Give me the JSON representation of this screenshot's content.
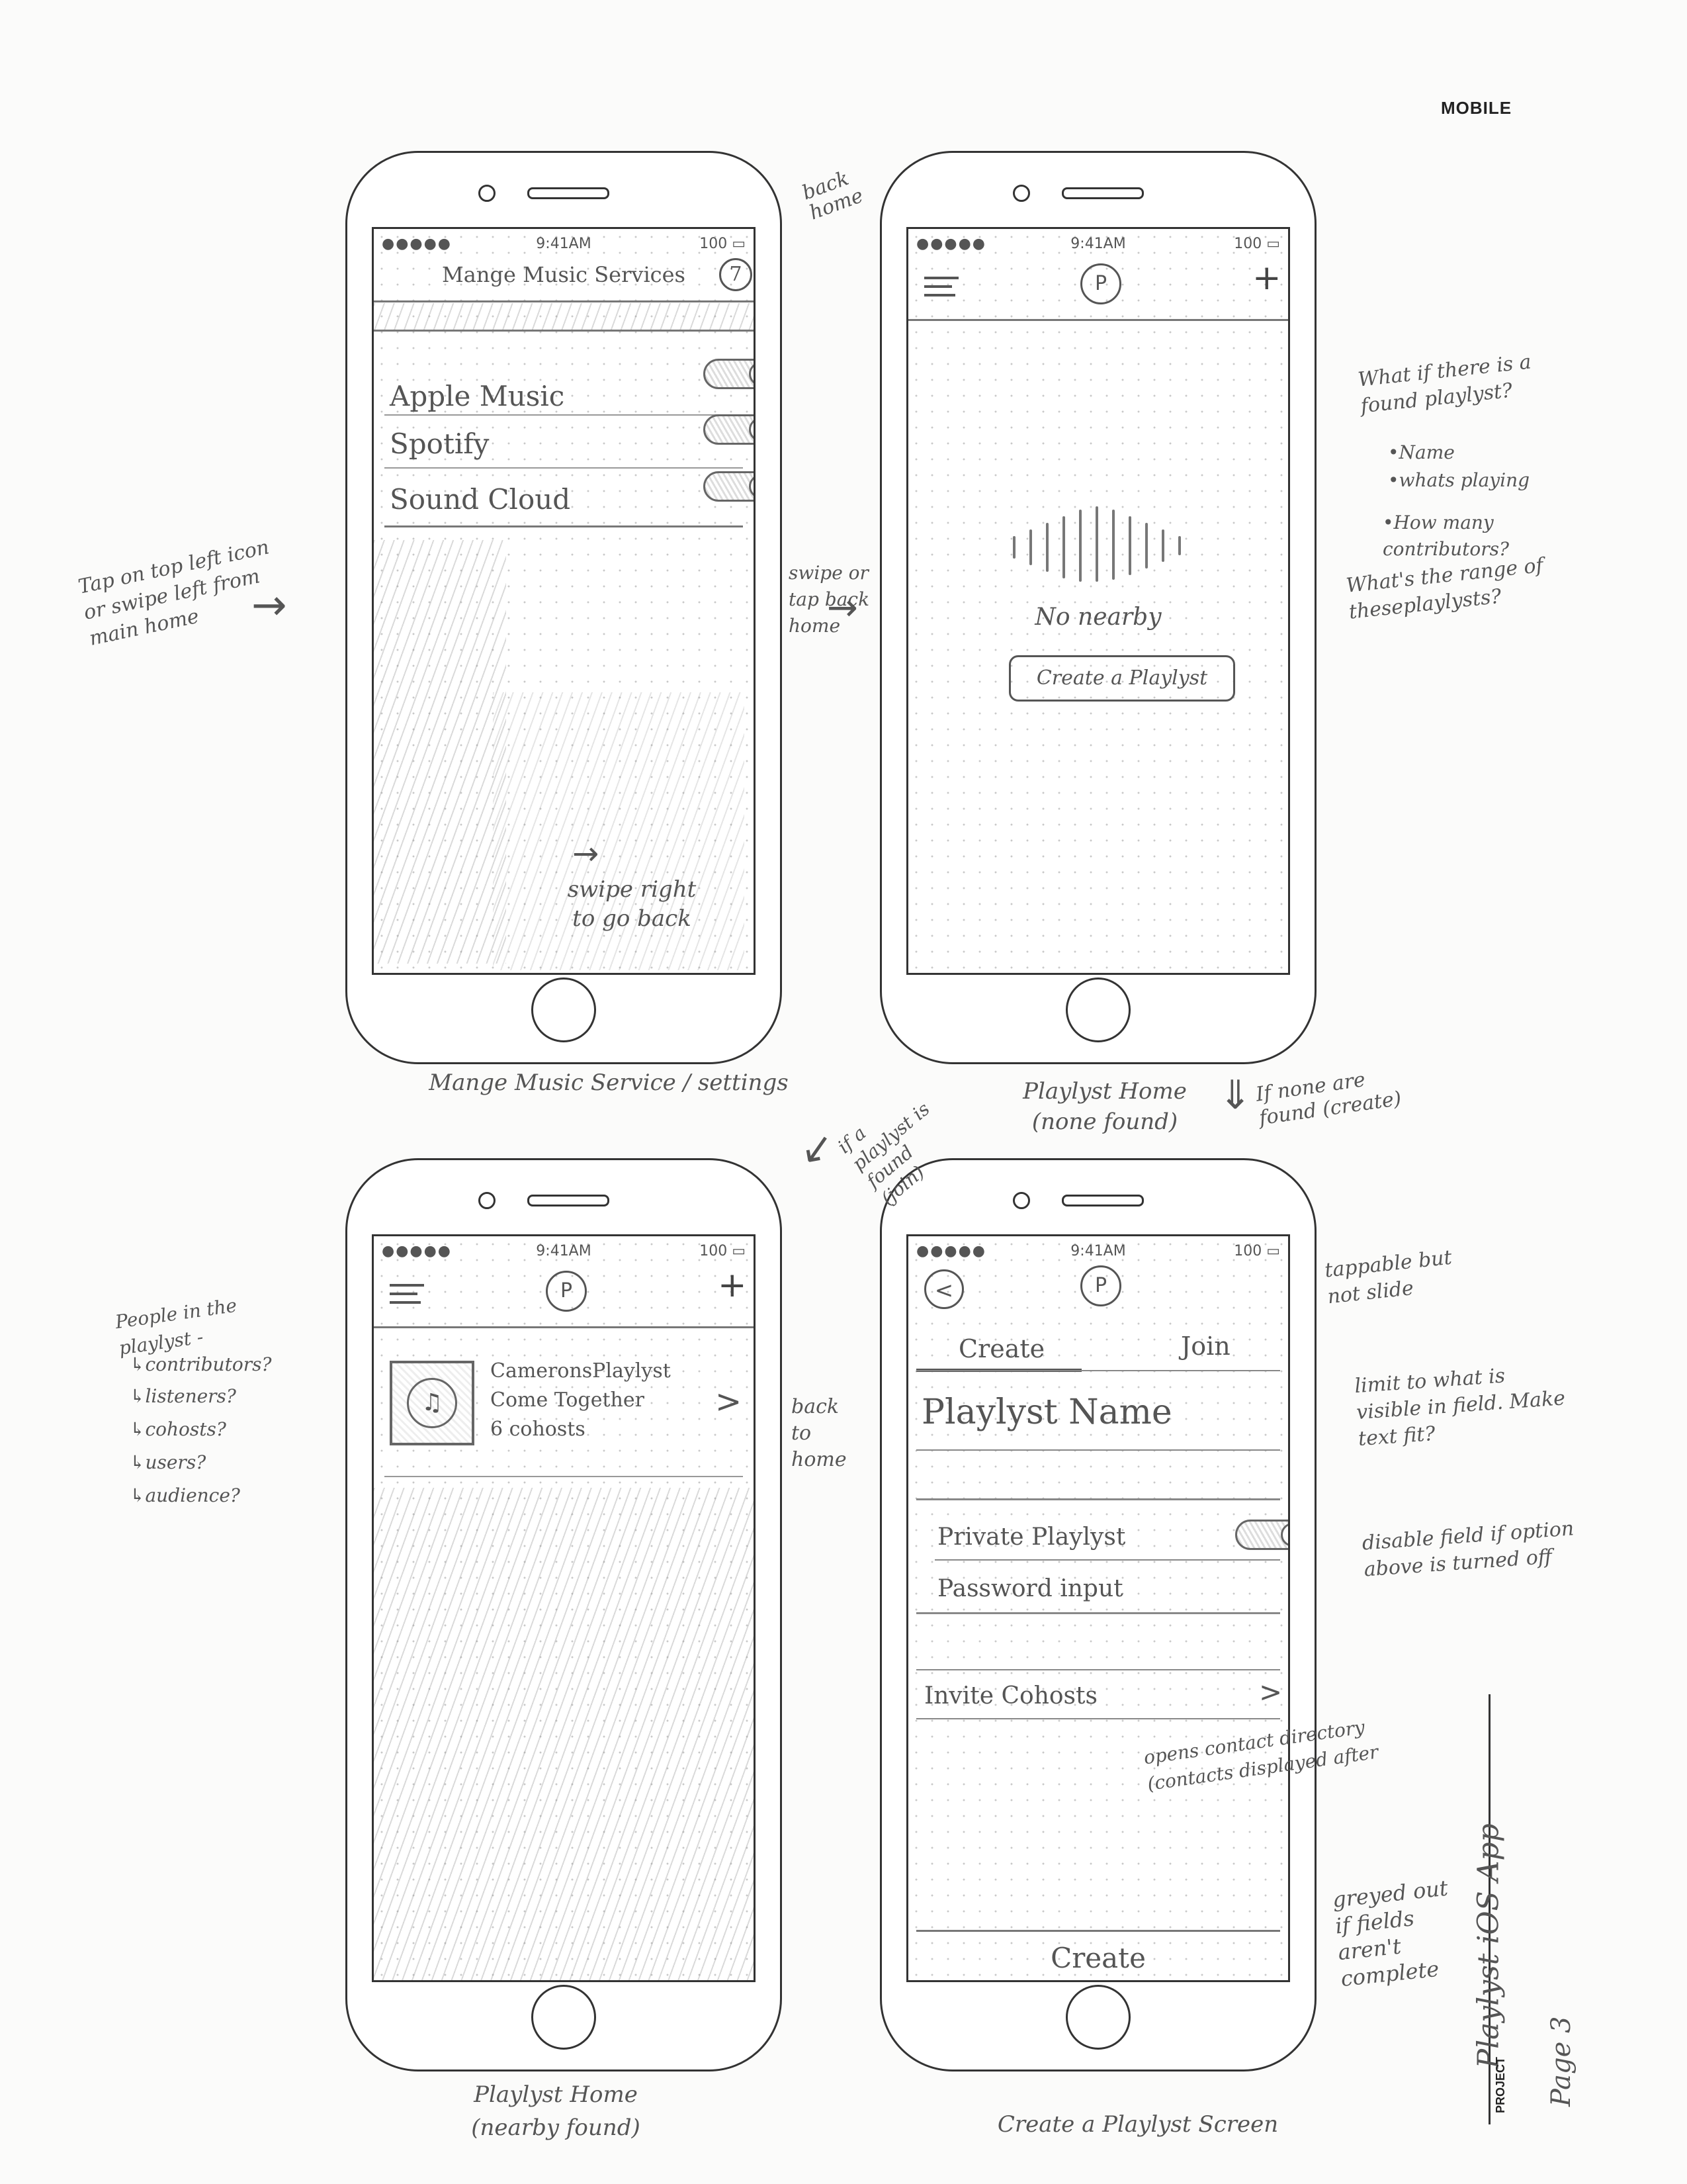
{
  "header": {
    "label": "MOBILE"
  },
  "sidebar": {
    "project": "Playlyst iOS App",
    "project_label": "PROJECT",
    "page": "Page 3"
  },
  "screen1": {
    "status_dots": "●●●●●",
    "status_time": "9:41AM",
    "status_battery": "100",
    "title": "Mange Music Services",
    "back_glyph": "7",
    "services": [
      {
        "label": "Apple Music"
      },
      {
        "label": "Spotify"
      },
      {
        "label": "Sound Cloud"
      }
    ],
    "swipe_note": "swipe right to go back",
    "caption": "Mange Music Service / settings"
  },
  "screen2": {
    "status_dots": "●●●●●",
    "status_time": "9:41AM",
    "status_battery": "100",
    "logo": "P",
    "plus": "+",
    "empty_text": "No nearby",
    "create_button": "Create a Playlyst",
    "caption_line1": "Playlyst Home",
    "caption_line2": "(none found)"
  },
  "screen3": {
    "status_dots": "●●●●●",
    "status_time": "9:41AM",
    "status_battery": "100",
    "logo": "P",
    "plus": "+",
    "playlist": {
      "name": "CameronsPlaylyst",
      "song": "Come Together",
      "cohosts": "6 cohosts",
      "icon": "♫"
    },
    "chevron": ">",
    "caption_line1": "Playlyst Home",
    "caption_line2": "(nearby found)"
  },
  "screen4": {
    "status_dots": "●●●●●",
    "status_time": "9:41AM",
    "status_battery": "100",
    "back": "<",
    "logo": "P",
    "tab_create": "Create",
    "tab_join": "Join",
    "name_field": "Playlyst Name",
    "private_label": "Private Playlyst",
    "password_label": "Password input",
    "invite_label": "Invite Cohosts",
    "invite_chevron": ">",
    "create_button": "Create",
    "caption": "Create a Playlyst Screen"
  },
  "annotations": {
    "back_home": "back home",
    "tap_top_left": "Tap on top left icon or swipe left from main home",
    "swipe_or_tap": "swipe or tap back home",
    "what_if_found": "What if there is a found playlyst?",
    "bullet_name": "•Name",
    "bullet_playing": "•whats playing",
    "bullet_contributors": "•How many contributors?",
    "range": "What's the range of theseplaylysts?",
    "if_found_join": "if a playlyst is found (join)",
    "if_none_create": "If none are found (create)",
    "people_in_playlyst": "People in the playlyst -",
    "people_options": [
      "↳contributors?",
      "↳listeners?",
      "↳cohosts?",
      "↳users?",
      "↳audience?"
    ],
    "back_to_home": "back to home",
    "tappable": "tappable but not slide",
    "limit_visible": "limit to what is visible in field. Make text fit?",
    "disable_field": "disable field if option above is turned off",
    "opens_contact": "opens contact directory (contacts displayed after",
    "greyed_out": "greyed out if fields aren't complete"
  }
}
